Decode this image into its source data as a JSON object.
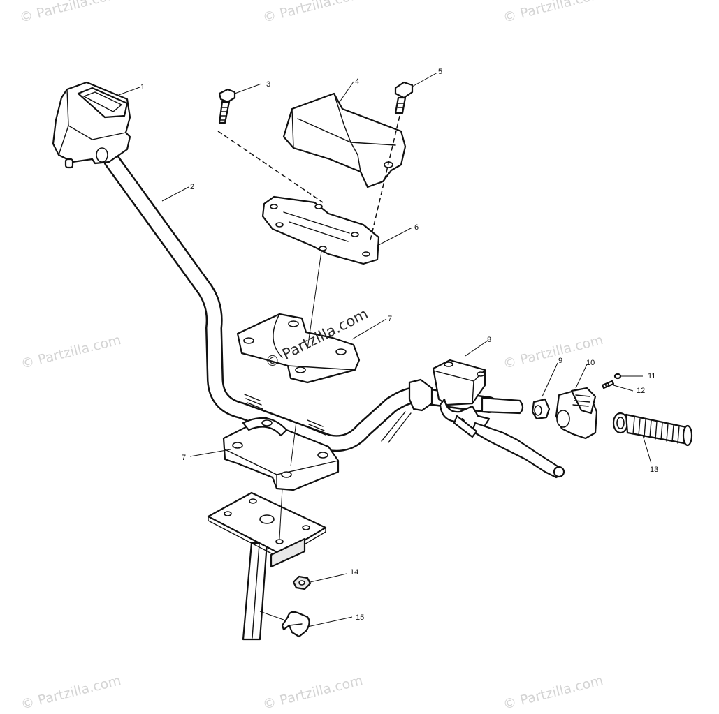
{
  "watermark": {
    "text": "© Partzilla.com",
    "corner_top_left": "© Partzilla.com",
    "corner_top_mid": "© Partzilla.com",
    "corner_top_right": "© Partzilla.com",
    "mid_left": "© Partzilla.com",
    "center": "© Partzilla.com",
    "mid_right": "© Partzilla.com",
    "bottom_left": "© Partzilla.com",
    "bottom_mid": "© Partzilla.com",
    "bottom_right": "© Partzilla.com"
  },
  "callouts": {
    "c1": "1",
    "c2": "2",
    "c3": "3",
    "c4": "4",
    "c5": "5",
    "c6": "6",
    "c7a": "7",
    "c7b": "7",
    "c8": "8",
    "c9": "9",
    "c10": "10",
    "c11": "11",
    "c12": "12",
    "c13": "13",
    "c14": "14",
    "c15": "15"
  }
}
